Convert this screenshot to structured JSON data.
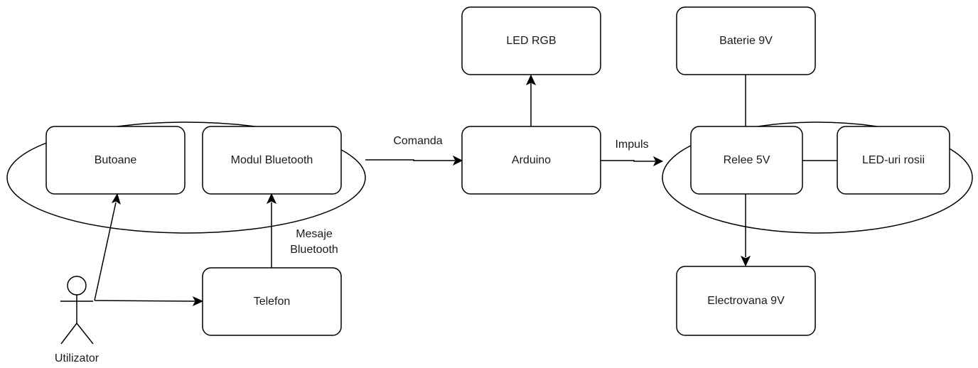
{
  "diagram": {
    "nodes": {
      "butoane": "Butoane",
      "modul_bluetooth": "Modul Bluetooth",
      "telefon": "Telefon",
      "arduino": "Arduino",
      "led_rgb": "LED RGB",
      "baterie": "Baterie 9V",
      "relee": "Relee 5V",
      "led_rosii": "LED-uri rosii",
      "electrovana": "Electrovana 9V"
    },
    "actor": "Utilizator",
    "edge_labels": {
      "comanda": "Comanda",
      "impuls": "Impuls",
      "mesaje_bluetooth_1": "Mesaje",
      "mesaje_bluetooth_2": "Bluetooth"
    },
    "colors": {
      "stroke": "#000000",
      "fill": "#ffffff",
      "text": "#1a1a1a"
    }
  }
}
